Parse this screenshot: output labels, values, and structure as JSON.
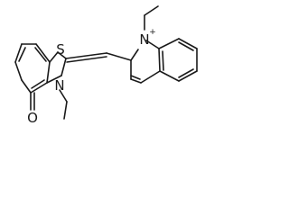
{
  "molecule": {
    "atoms": {
      "sulfur": "S",
      "thiazole_nitrogen": "N",
      "quinolinium_nitrogen": "N",
      "quinolinium_charge": "+",
      "carbonyl_oxygen": "O"
    }
  },
  "colors": {
    "bond": "#1a1a1a",
    "background": "#ffffff"
  }
}
